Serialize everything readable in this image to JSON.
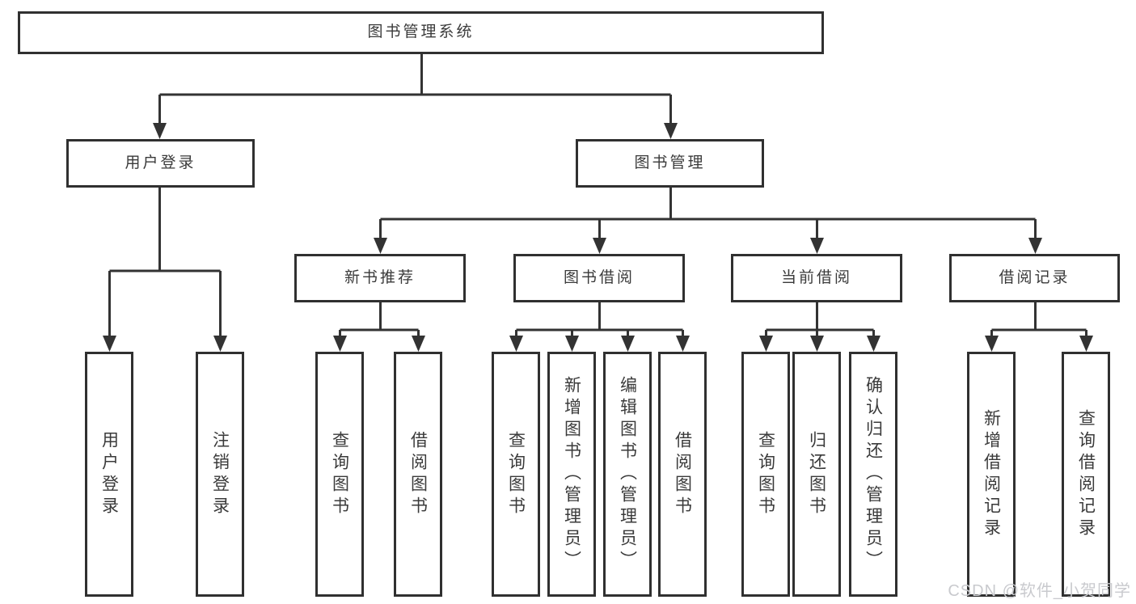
{
  "diagram_title": "图书管理系统",
  "tree": {
    "root": {
      "label": "图书管理系统",
      "children": [
        {
          "label": "用户登录",
          "children": [
            {
              "label": "用户登录"
            },
            {
              "label": "注销登录"
            }
          ]
        },
        {
          "label": "图书管理",
          "children": [
            {
              "label": "新书推荐",
              "children": [
                {
                  "label": "查询图书"
                },
                {
                  "label": "借阅图书"
                }
              ]
            },
            {
              "label": "图书借阅",
              "children": [
                {
                  "label": "查询图书"
                },
                {
                  "label": "新增图书（管理员）"
                },
                {
                  "label": "编辑图书（管理员）"
                },
                {
                  "label": "借阅图书"
                }
              ]
            },
            {
              "label": "当前借阅",
              "children": [
                {
                  "label": "查询图书"
                },
                {
                  "label": "归还图书"
                },
                {
                  "label": "确认归还（管理员）"
                }
              ]
            },
            {
              "label": "借阅记录",
              "children": [
                {
                  "label": "新增借阅记录"
                },
                {
                  "label": "查询借阅记录"
                }
              ]
            }
          ]
        }
      ]
    }
  },
  "watermark": {
    "text": "CSDN @软件_小贺同学"
  },
  "colors": {
    "line": "#333333",
    "box_border": "#303030",
    "text": "#3a3a3a",
    "background": "#ffffff",
    "watermark": "#c9cace"
  }
}
